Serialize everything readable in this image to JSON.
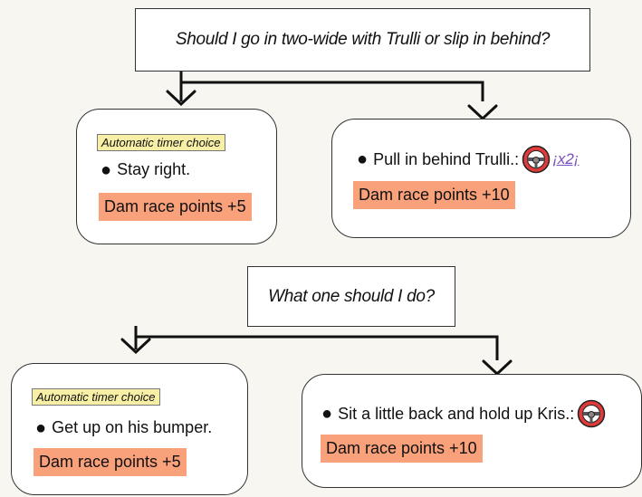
{
  "colors": {
    "background": "#f8f6f1",
    "points_bg": "#f9a17a",
    "timer_tag_bg": "#f8efa6",
    "multiplier": "#7a4fc0",
    "wheel_red": "#e03a3a"
  },
  "decision1": {
    "question": "Should I go in two-wide with Trulli or slip in behind?",
    "left": {
      "tag": "Automatic timer choice",
      "option": "Stay right.",
      "points": "Dam race points +5"
    },
    "right": {
      "option": "Pull in behind Trulli.:",
      "icon": "steering-wheel-icon",
      "multiplier": "¡x2¡",
      "points": "Dam race points +10"
    }
  },
  "decision2": {
    "question": "What one should I do?",
    "left": {
      "tag": "Automatic timer choice",
      "option": "Get up on his bumper.",
      "points": "Dam race points +5"
    },
    "right": {
      "option": "Sit a little back and hold up Kris.:",
      "icon": "steering-wheel-icon",
      "points": "Dam race points +10"
    }
  }
}
